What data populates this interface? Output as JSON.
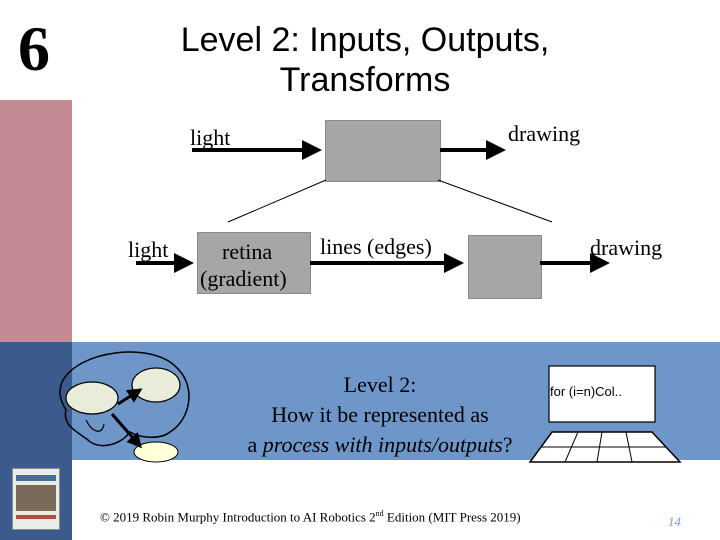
{
  "slide": {
    "chapter_number": "6",
    "title_line1": "Level 2: Inputs, Outputs,",
    "title_line2": "Transforms"
  },
  "top_diagram": {
    "input_label": "light",
    "output_label": "drawing"
  },
  "pipeline": {
    "input_label": "light",
    "stage1_line1": "retina",
    "stage1_line2": "(gradient)",
    "stage2_label": "lines (edges)",
    "output_label": "drawing"
  },
  "level": {
    "line1": "Level 2:",
    "line2": "How it be represented as",
    "line3_prefix": "a ",
    "line3_emph": "process with inputs/outputs",
    "line3_suffix": "?"
  },
  "code": {
    "text": "for (i=n)Col.."
  },
  "footer": {
    "prefix": "© 2019 Robin Murphy Introduction to AI Robotics 2",
    "superscript": "nd",
    "suffix": " Edition (MIT Press 2019)",
    "page_number": "14"
  },
  "colors": {
    "sidebar_top": "#c48a94",
    "sidebar_bottom": "#3c5a8c",
    "band": "#6f96c8",
    "box": "#a6a6a6"
  },
  "icons": [
    "brain-sketch-icon",
    "computer-sketch-icon",
    "book-cover-icon"
  ]
}
